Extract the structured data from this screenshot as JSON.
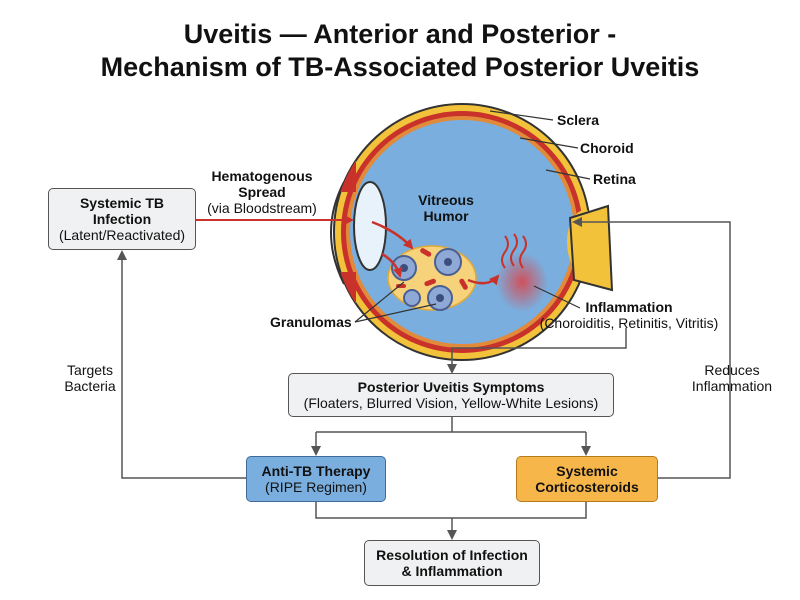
{
  "title": {
    "line1": "Uveitis — Anterior and Posterior -",
    "line2": "Mechanism of TB-Associated Posterior Uveitis"
  },
  "eye_labels": {
    "sclera": "Sclera",
    "choroid": "Choroid",
    "retina": "Retina",
    "vitreous_line1": "Vitreous",
    "vitreous_line2": "Humor",
    "granulomas": "Granulomas"
  },
  "spread": {
    "line1": "Hematogenous",
    "line2": "Spread",
    "line3": "(via Bloodstream)"
  },
  "nodes": {
    "systemic_tb": {
      "line1": "Systemic TB",
      "line2": "Infection",
      "line3": "(Latent/Reactivated)"
    },
    "inflammation": {
      "title": "Inflammation",
      "detail": "(Choroiditis, Retinitis, Vitritis)"
    },
    "symptoms": {
      "title": "Posterior Uveitis Symptoms",
      "detail": "(Floaters, Blurred Vision, Yellow-White Lesions)"
    },
    "anti_tb": {
      "title": "Anti-TB Therapy",
      "detail": "(RIPE Regimen)"
    },
    "corticosteroids": {
      "line1": "Systemic",
      "line2": "Corticosteroids"
    },
    "resolution": {
      "line1": "Resolution of Infection",
      "line2": "& Inflammation"
    }
  },
  "edge_labels": {
    "targets_line1": "Targets",
    "targets_line2": "Bacteria",
    "reduces_line1": "Reduces",
    "reduces_line2": "Inflammation"
  },
  "colors": {
    "vitreous": "#7aaede",
    "sclera": "#f2c23a",
    "choroid": "#c9322a",
    "anti_tb_fill": "#7aaede",
    "steroid_fill": "#f6b64a",
    "arrow": "#555555",
    "blood_arrow": "#c9322a"
  }
}
